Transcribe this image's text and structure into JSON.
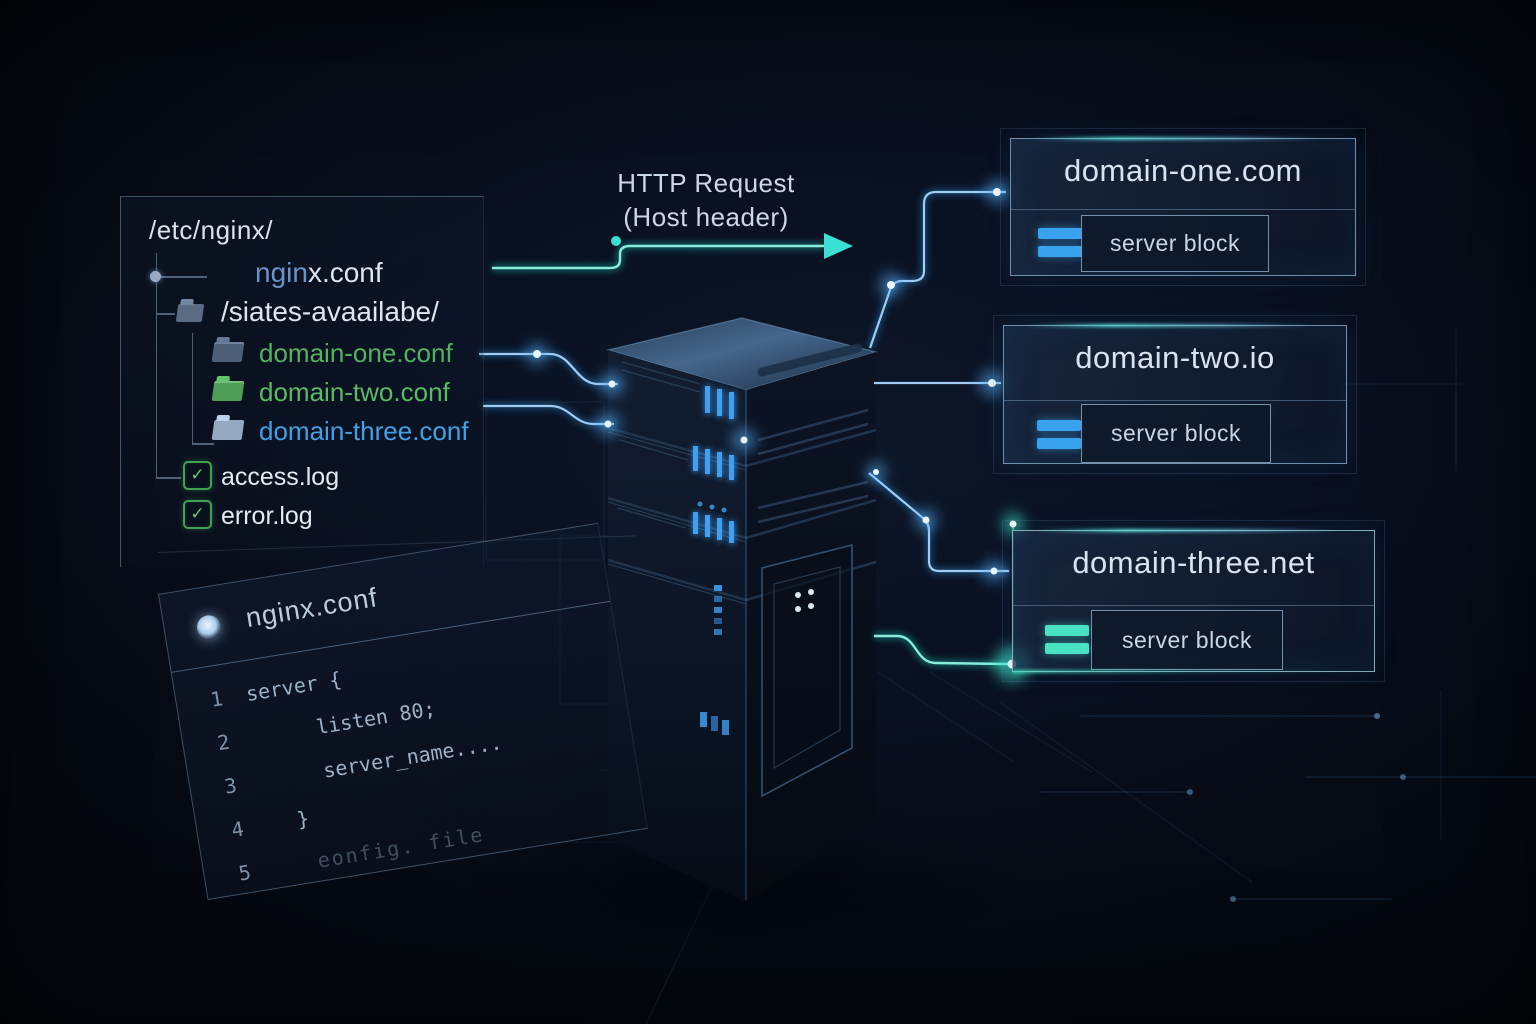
{
  "scene_title": "nginx virtual host routing illustration",
  "colors": {
    "background": "#070c16",
    "accent_cyan": "#3be0d4",
    "accent_blue": "#3da5f2",
    "accent_teal": "#49e2c2",
    "accent_green": "#54b160",
    "file_blue": "#41a0e6",
    "panel_border": "#8aacca"
  },
  "tree": {
    "root": "/etc/nginx/",
    "nginx_conf": {
      "prefix": "ngin",
      "suffix": "x.conf"
    },
    "sites_dir": "/siates-avaailabe/",
    "files": [
      {
        "label": "domain-one.conf"
      },
      {
        "label": "domain-two.conf"
      },
      {
        "label": "domain-three.conf"
      }
    ],
    "logs": [
      {
        "label": "access.log",
        "check_glyph": "✓"
      },
      {
        "label": "error.log",
        "check_glyph": "✓"
      }
    ]
  },
  "http_request": {
    "line1": "HTTP Request",
    "line2": "(Host header)"
  },
  "editor": {
    "title": "nginx.conf",
    "lines": [
      {
        "num": "1",
        "code": "server {"
      },
      {
        "num": "2",
        "code": "listen 80;"
      },
      {
        "num": "3",
        "code": "server_name...."
      },
      {
        "num": "4",
        "code": "}"
      },
      {
        "num": "5",
        "code": "eonfig. file"
      }
    ]
  },
  "routes": [
    {
      "domain": "domain-one.com",
      "label": "server block"
    },
    {
      "domain": "domain-two.io",
      "label": "server block"
    },
    {
      "domain": "domain-three.net",
      "label": "server block"
    }
  ]
}
